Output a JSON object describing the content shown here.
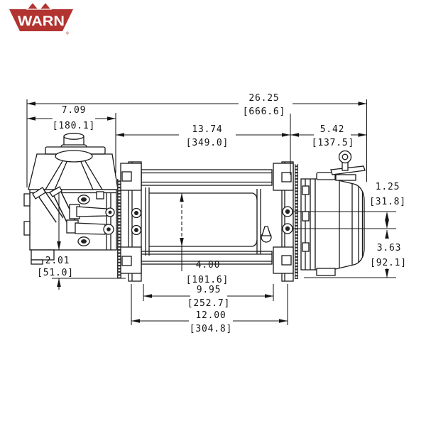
{
  "brand": {
    "name": "WARN",
    "registered": "®",
    "color": "#b13430"
  },
  "drawing": {
    "description": "Winch dimensional side-view drawing with motor, drum and clutch housing",
    "units": "inches [millimeters]"
  },
  "dims": {
    "overall": {
      "in": "26.25",
      "mm": "[666.6]"
    },
    "motor": {
      "in": "7.09",
      "mm": "[180.1]"
    },
    "drum_section": {
      "in": "13.74",
      "mm": "[349.0]"
    },
    "clutch": {
      "in": "5.42",
      "mm": "[137.5]"
    },
    "bolt_spacing": {
      "in": "1.25",
      "mm": "[31.8]"
    },
    "center_height": {
      "in": "3.63",
      "mm": "[92.1]"
    },
    "base_clearance": {
      "in": "2.01",
      "mm": "[51.0]"
    },
    "drum_diameter": {
      "in": "4.00",
      "mm": "[101.6]"
    },
    "drum_length": {
      "in": "9.95",
      "mm": "[252.7]"
    },
    "mount_pattern": {
      "in": "12.00",
      "mm": "[304.8]"
    }
  }
}
